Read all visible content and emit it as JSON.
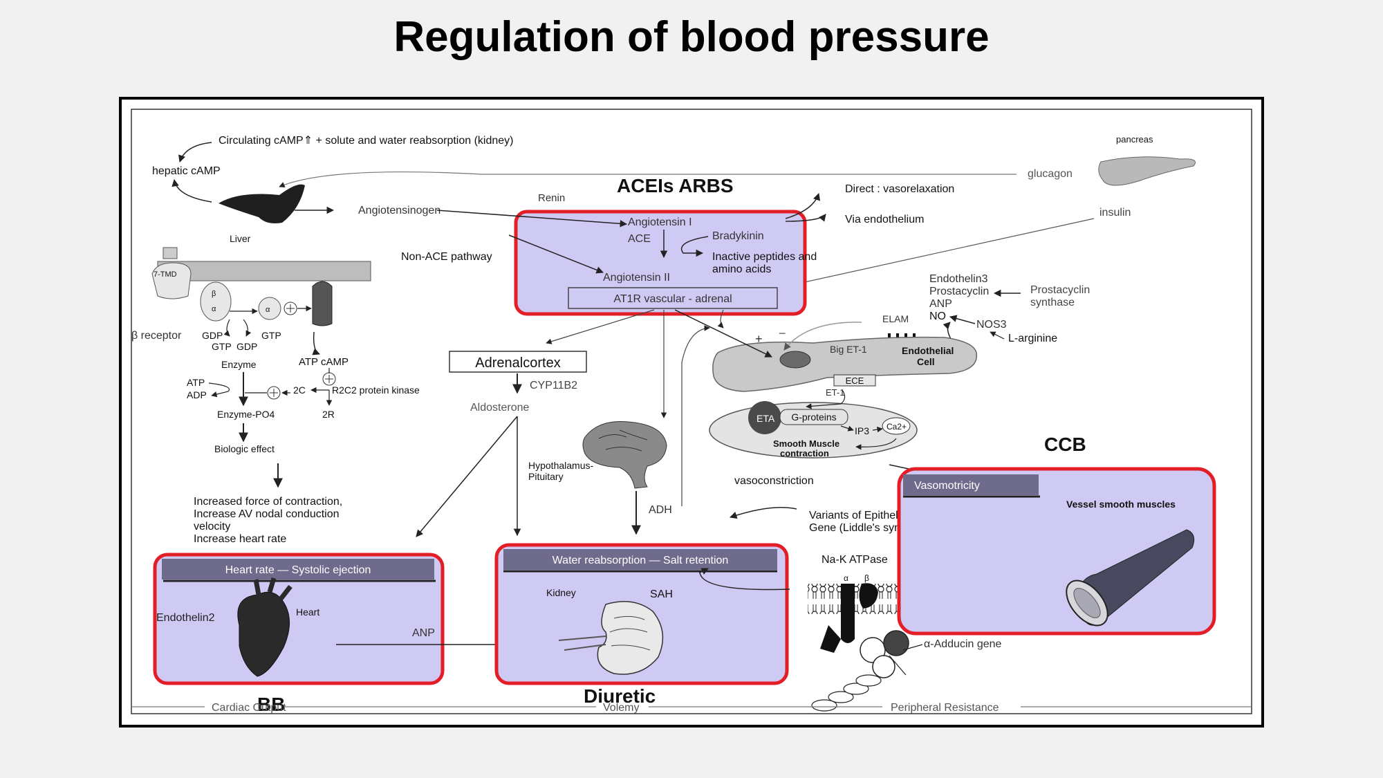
{
  "title": "Regulation of blood pressure",
  "colors": {
    "highlight_fill": "#cfcaf3",
    "highlight_stroke": "#e41e26",
    "header_bar": "#6f6b8c",
    "organ_dark": "#2a2a2a",
    "arrow": "#222222"
  },
  "drug_labels": {
    "acei_arbs": "ACEIs ARBS",
    "ccb": "CCB",
    "bb": "BB",
    "diuretic": "Diuretic"
  },
  "headers": {
    "heart_rate": "Heart rate — Systolic ejection",
    "water": "Water reabsorption — Salt retention",
    "vasomotricity": "Vasomotricity",
    "at1r": "AT1R vascular - adrenal",
    "adrenal": "Adrenalcortex"
  },
  "labels": {
    "camp_line": "Circulating cAMP⇑ + solute and water reabsorption (kidney)",
    "hepatic": "hepatic cAMP",
    "liver": "Liver",
    "angiotensinogen": "Angiotensinogen",
    "renin": "Renin",
    "angiotensin1": "Angiotensin I",
    "ace": "ACE",
    "bradykinin": "Bradykinin",
    "inactive1": "Inactive peptides and",
    "inactive2": "amino acids",
    "angiotensin2": "Angiotensin II",
    "non_ace": "Non-ACE pathway",
    "direct": "Direct : vasorelaxation",
    "via_endo": "Via endothelium",
    "glucagon": "glucagon",
    "pancreas": "pancreas",
    "insulin": "insulin",
    "endothelin3": "Endothelin3",
    "prostacyclin": "Prostacyclin",
    "anp_top": "ANP",
    "no": "NO",
    "pgi_synth1": "Prostacyclin",
    "pgi_synth2": "synthase",
    "nos3": "NOS3",
    "elam": "ELAM",
    "l_arginine": "L-arginine",
    "big_et1": "Big ET-1",
    "endo_cell1": "Endothelial",
    "endo_cell2": "Cell",
    "ece": "ECE",
    "et1": "ET-1",
    "eta": "ETA",
    "g_proteins": "G-proteins",
    "ip3": "IP3",
    "ca": "Ca2+",
    "smc1": "Smooth Muscle",
    "smc2": "contraction",
    "vasoconstriction": "vasoconstriction",
    "plus": "+",
    "minus": "−",
    "cyp": "CYP11B2",
    "aldosterone": "Aldosterone",
    "hypo1": "Hypothalamus-",
    "hypo2": "Pituitary",
    "adh": "ADH",
    "beta_receptor": "β receptor",
    "tmd": "7-TMD",
    "gdp_gtp1": "GDP",
    "gtp_a": "GTP",
    "gtp_b": "GTP",
    "gdp_b": "GDP",
    "beta": "β",
    "alpha1": "α",
    "alpha2": "α",
    "enzyme": "Enzyme",
    "atp_camp": "ATP cAMP",
    "atp": "ATP",
    "adp": "ADP",
    "r2c2": "R2C2 protein kinase",
    "two_c": "2C",
    "two_r": "2R",
    "enzyme_po4": "Enzyme-PO4",
    "biologic": "Biologic effect",
    "effect1": "Increased force of contraction,",
    "effect2": "Increase AV nodal conduction",
    "effect3": "velocity",
    "effect4": "Increase heart rate",
    "endothelin2": "Endothelin2",
    "heart": "Heart",
    "anp": "ANP",
    "kidney": "Kidney",
    "sah": "SAH",
    "variants_na1": "Variants of Epithelial Na Channel",
    "variants_na2": "Gene (Liddle's syndrome)",
    "nak": "Na-K ATPase",
    "na_alpha": "α",
    "na_beta": "β",
    "vessel": "Vessel smooth muscles",
    "variants_add": "Variants of",
    "adducin": "α-Adducin gene",
    "cardiac_output": "Cardiac Output",
    "volemy": "Volemy",
    "peripheral": "Peripheral Resistance"
  }
}
